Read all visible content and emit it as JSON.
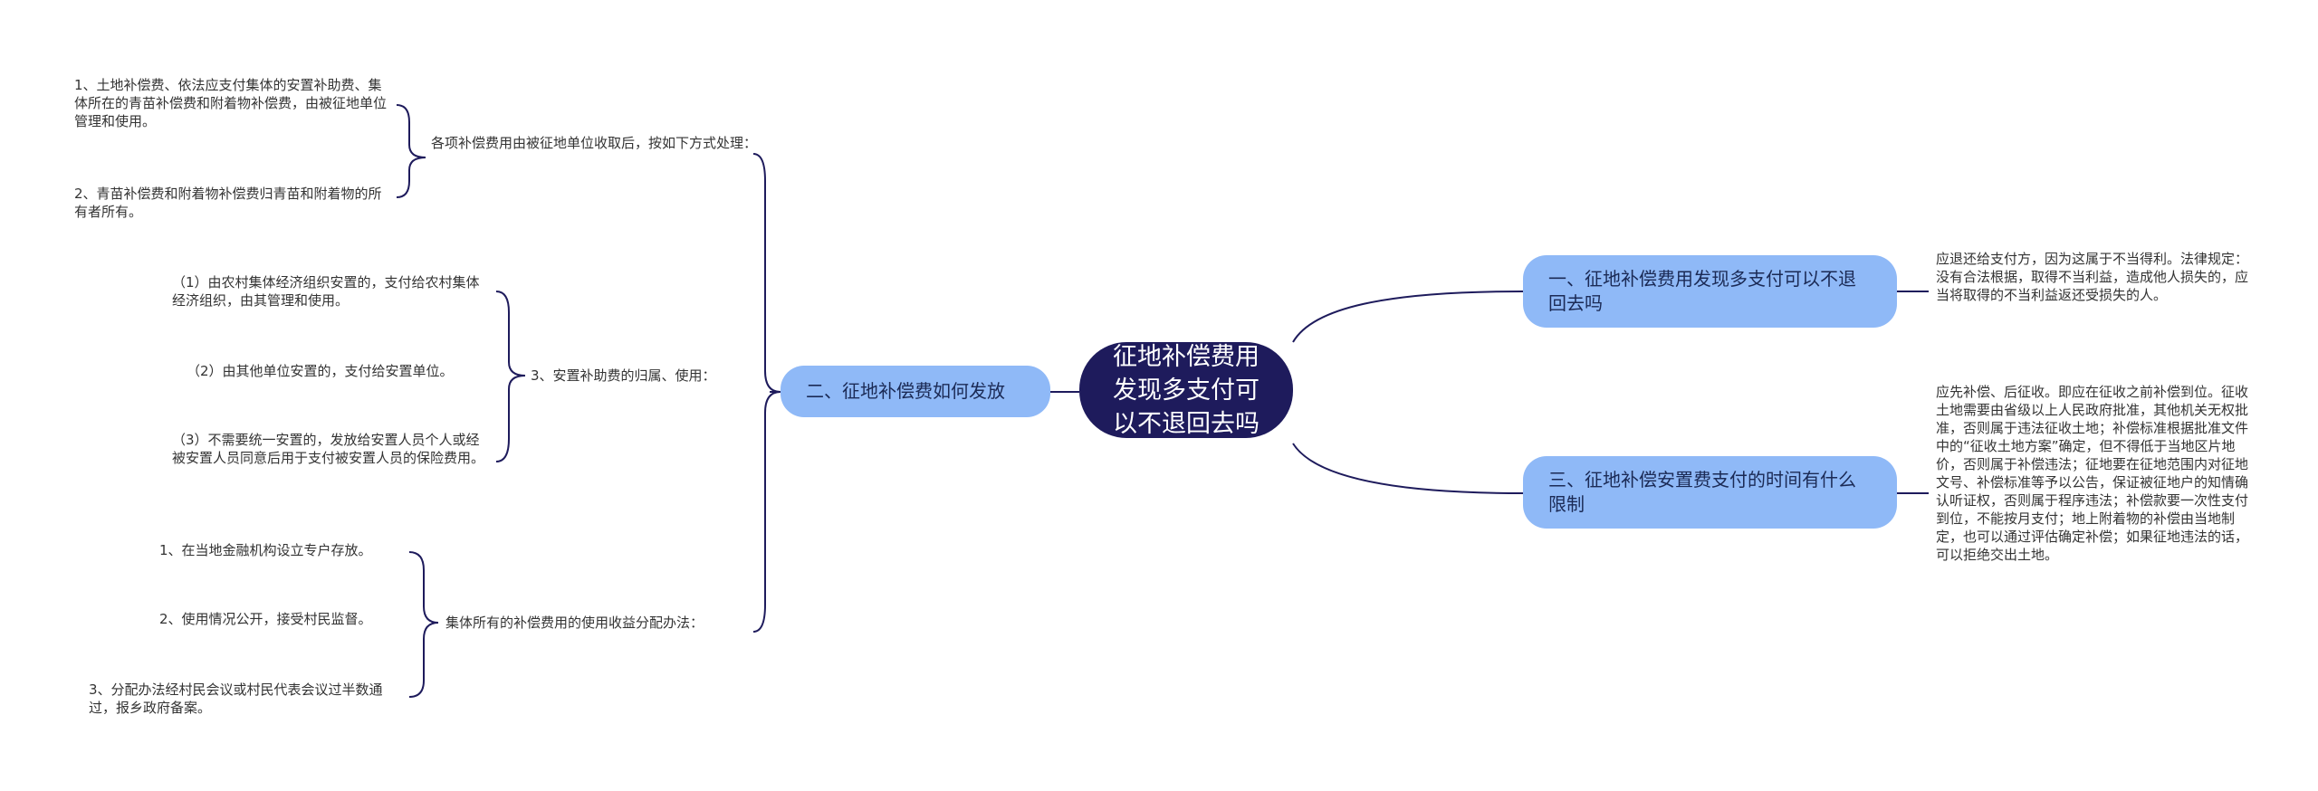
{
  "root": {
    "title": "征地补偿费用发现多支付可以不退回去吗"
  },
  "branches": {
    "b1": {
      "label": "一、征地补偿费用发现多支付可以不退回去吗",
      "note": "应退还给支付方，因为这属于不当得利。法律规定：没有合法根据，取得不当利益，造成他人损失的，应当将取得的不当利益返还受损失的人。"
    },
    "b2": {
      "label": "二、征地补偿费如何发放"
    },
    "b3": {
      "label": "三、征地补偿安置费支付的时间有什么限制",
      "note": "应先补偿、后征收。即应在征收之前补偿到位。征收土地需要由省级以上人民政府批准，其他机关无权批准，否则属于违法征收土地；补偿标准根据批准文件中的“征收土地方案”确定，但不得低于当地区片地价，否则属于补偿违法；征地要在征地范围内对征地文号、补偿标准等予以公告，保证被征地户的知情确认听证权，否则属于程序违法；补偿款要一次性支付到位，不能按月支付；地上附着物的补偿由当地制定，也可以通过评估确定补偿；如果征地违法的话，可以拒绝交出土地。"
    }
  },
  "left": {
    "g1": {
      "label": "各项补偿费用由被征地单位收取后，按如下方式处理：",
      "items": [
        "1、土地补偿费、依法应支付集体的安置补助费、集体所在的青苗补偿费和附着物补偿费，由被征地单位管理和使用。",
        "2、青苗补偿费和附着物补偿费归青苗和附着物的所有者所有。"
      ]
    },
    "g2": {
      "label": "3、安置补助费的归属、使用：",
      "items": [
        "（1）由农村集体经济组织安置的，支付给农村集体经济组织，由其管理和使用。",
        "（2）由其他单位安置的，支付给安置单位。",
        "（3）不需要统一安置的，发放给安置人员个人或经被安置人员同意后用于支付被安置人员的保险费用。"
      ]
    },
    "g3": {
      "label": "集体所有的补偿费用的使用收益分配办法：",
      "items": [
        "1、在当地金融机构设立专户存放。",
        "2、使用情况公开，接受村民监督。",
        "3、分配办法经村民会议或村民代表会议过半数通过，报乡政府备案。"
      ]
    }
  }
}
